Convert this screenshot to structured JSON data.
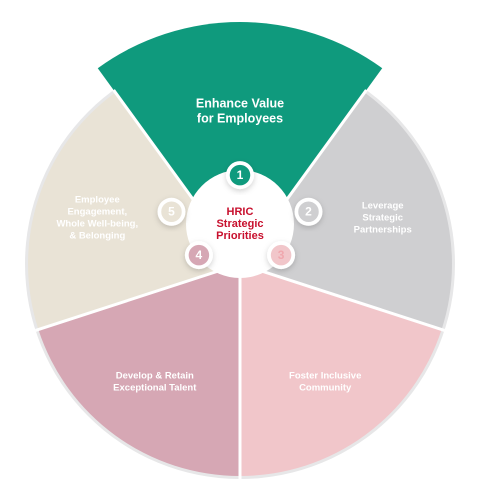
{
  "center": {
    "lines": [
      "HRIC",
      "Strategic",
      "Priorities"
    ],
    "color": "#c8102e"
  },
  "segments": [
    {
      "number": "1",
      "lines": [
        "Enhance Value",
        "for Employees"
      ],
      "fill": "#0f9a7d",
      "text_color": "#ffffff",
      "badge_text_color": "#ffffff",
      "highlighted": true
    },
    {
      "number": "2",
      "lines": [
        "Leverage",
        "Strategic",
        "Partnerships"
      ],
      "fill": "#cfcfd1",
      "text_color": "#ffffff",
      "badge_text_color": "#ffffff"
    },
    {
      "number": "3",
      "lines": [
        "Foster Inclusive",
        "Community"
      ],
      "fill": "#f1c6ca",
      "text_color": "#ffffff",
      "badge_text_color": "#f0a7ae"
    },
    {
      "number": "4",
      "lines": [
        "Develop & Retain",
        "Exceptional Talent"
      ],
      "fill": "#d6a7b4",
      "text_color": "#ffffff",
      "badge_text_color": "#ffffff"
    },
    {
      "number": "5",
      "lines": [
        "Employee",
        "Engagement,",
        "Whole Well-being,",
        "& Belonging"
      ],
      "fill": "#e9e3d6",
      "text_color": "#ffffff",
      "badge_text_color": "#ffffff"
    }
  ],
  "colors": {
    "rim": "#e7e7e8",
    "divider": "#ffffff",
    "hub": "#ffffff"
  }
}
